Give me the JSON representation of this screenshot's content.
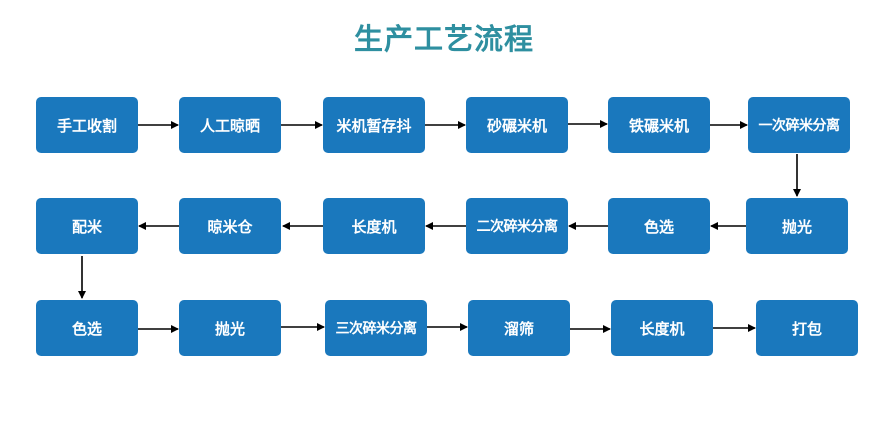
{
  "title": "生产工艺流程",
  "steps": {
    "s1": "手工收割",
    "s2": "人工晾晒",
    "s3": "米机暂存抖",
    "s4": "砂碾米机",
    "s5": "铁碾米机",
    "s6": "一次碎米分离",
    "s7": "抛光",
    "s8": "色选",
    "s9": "二次碎米分离",
    "s10": "长度机",
    "s11": "晾米仓",
    "s12": "配米",
    "s13": "色选",
    "s14": "抛光",
    "s15": "三次碎米分离",
    "s16": "溜筛",
    "s17": "长度机",
    "s18": "打包"
  },
  "colors": {
    "box": "#1a78bd",
    "title": "#2e8fa0",
    "arrow": "#000000"
  }
}
